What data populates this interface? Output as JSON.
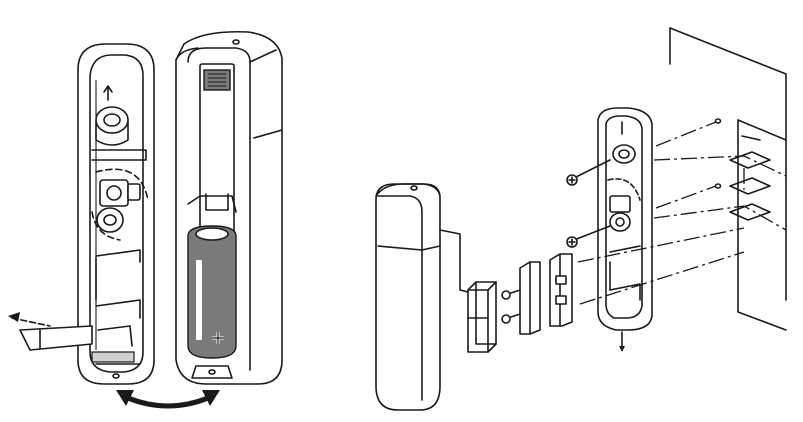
{
  "figure": {
    "type": "installation-diagram",
    "left_panel": "open-sensor-housing-battery-insertion",
    "right_panel": "exploded-wall-mounting-view",
    "line_color": "#1a1a1a",
    "battery_color": "#7a7a7a",
    "battery_polarity_symbol": "+",
    "icons": [
      "pull-tab-arrow-icon",
      "rotate-double-arrow-icon",
      "up-arrow-icon",
      "screw-icon"
    ]
  }
}
